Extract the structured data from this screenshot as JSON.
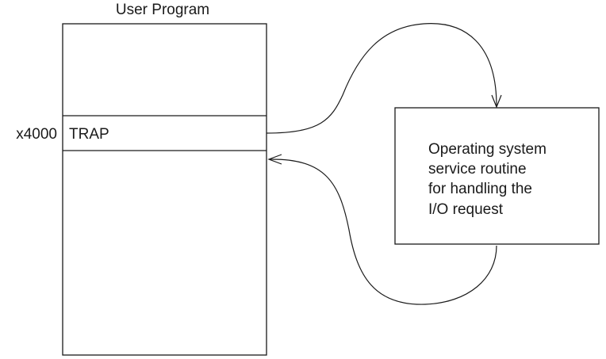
{
  "program": {
    "title": "User Program",
    "address": "x4000",
    "instruction": "TRAP"
  },
  "service_routine": {
    "lines": [
      "Operating system",
      "service routine",
      "for handling the",
      "I/O request"
    ]
  }
}
